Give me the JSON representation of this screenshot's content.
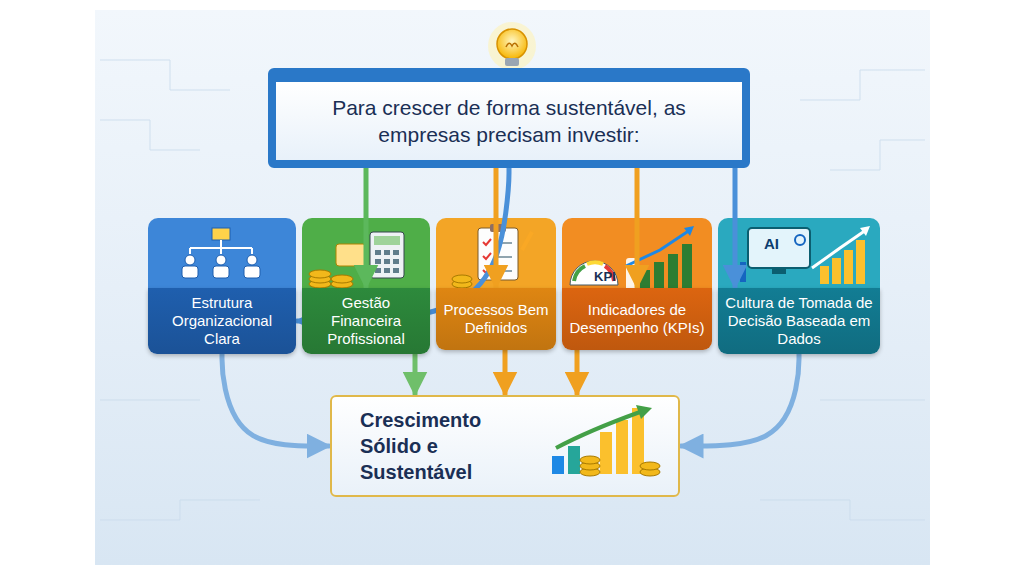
{
  "diagram": {
    "nodes": [
      {
        "text": [
          "Para crescer de forma sustentável, as empresas precisam investir:"
        ]
      },
      {
        "text": [
          "Estrutura Organizacional Clara"
        ]
      },
      {
        "text": [
          "Gestão Financeira Profissional"
        ]
      },
      {
        "text": [
          "Processos Bem Definidos"
        ]
      },
      {
        "text": [
          "Indicadores de Desempenho (KPIs)"
        ]
      },
      {
        "text": [
          "Cultura de Tomada de Decisão Baseada em Dados"
        ]
      },
      {
        "text": [
          "Crescimento Sólido e Sustentável"
        ]
      }
    ],
    "edges": [
      {
        "from": 0,
        "to": 1,
        "arrow": "to"
      },
      {
        "from": 0,
        "to": 2,
        "arrow": "to"
      },
      {
        "from": 0,
        "to": 3,
        "arrow": "to"
      },
      {
        "from": 0,
        "to": 4,
        "arrow": "to"
      },
      {
        "from": 0,
        "to": 5,
        "arrow": "to"
      },
      {
        "from": 1,
        "to": 6,
        "arrow": "to"
      },
      {
        "from": 2,
        "to": 6,
        "arrow": "to"
      },
      {
        "from": 3,
        "to": 6,
        "arrow": "to"
      },
      {
        "from": 4,
        "to": 6,
        "arrow": "to"
      },
      {
        "from": 5,
        "to": 6,
        "arrow": "to"
      }
    ],
    "labels": [
      "KPI",
      "AI"
    ]
  }
}
